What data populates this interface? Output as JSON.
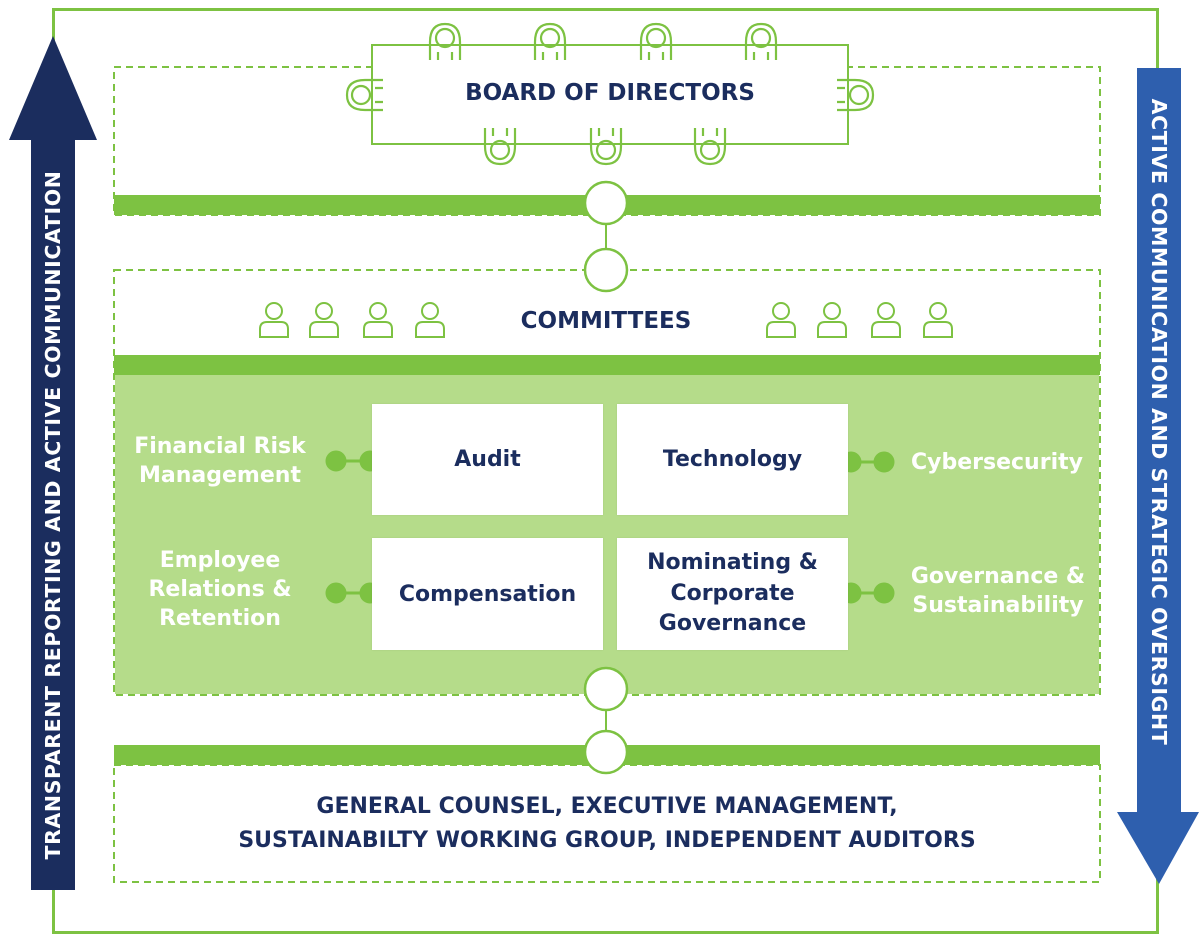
{
  "board": {
    "title": "BOARD OF DIRECTORS"
  },
  "committees": {
    "title": "COMMITTEES",
    "items": [
      {
        "name": "Audit",
        "focus": "Financial Risk Management"
      },
      {
        "name": "Technology",
        "focus": "Cybersecurity"
      },
      {
        "name": "Compensation",
        "focus": "Employee Relations & Retention"
      },
      {
        "name": "Nominating & Corporate Governance",
        "focus": "Governance & Sustainability"
      }
    ]
  },
  "bottom": {
    "line1": "GENERAL COUNSEL, EXECUTIVE MANAGEMENT,",
    "line2": "SUSTAINABILTY WORKING GROUP, INDEPENDENT AUDITORS"
  },
  "arrows": {
    "left": "TRANSPARENT REPORTING AND ACTIVE COMMUNICATION",
    "right": "ACTIVE COMMUNICATION AND STRATEGIC OVERSIGHT"
  },
  "colors": {
    "green": "#7dc242",
    "light_green": "#b5dc8a",
    "navy": "#1b2d5e",
    "blue": "#2e5fae"
  }
}
